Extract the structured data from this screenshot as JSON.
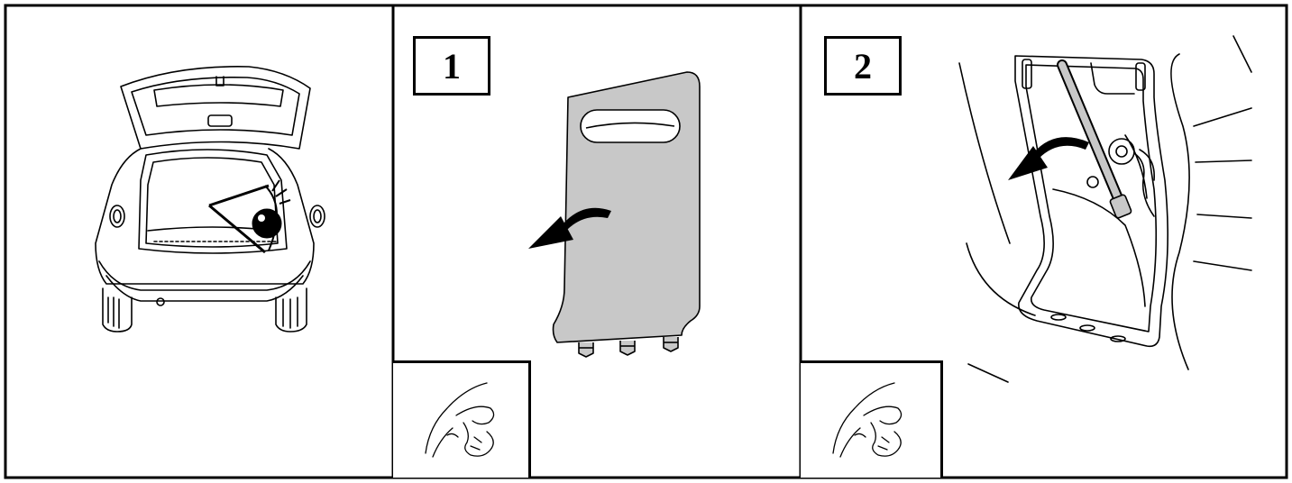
{
  "steps": [
    {
      "id": "intro",
      "number": "",
      "figure": "car-rear-open-tailgate-with-eye-icon"
    },
    {
      "id": "step-1",
      "number": "1",
      "figure": "trim-cover-panel-removal",
      "cover_fill": "#c8c8c8",
      "gesture": "hand-pinch-icon"
    },
    {
      "id": "step-2",
      "number": "2",
      "figure": "lamp-housing-bulb-holder-removal",
      "gesture": "hand-pinch-icon"
    }
  ],
  "colors": {
    "stroke": "#000000",
    "panel_fill": "#c8c8c8",
    "background": "#ffffff"
  }
}
